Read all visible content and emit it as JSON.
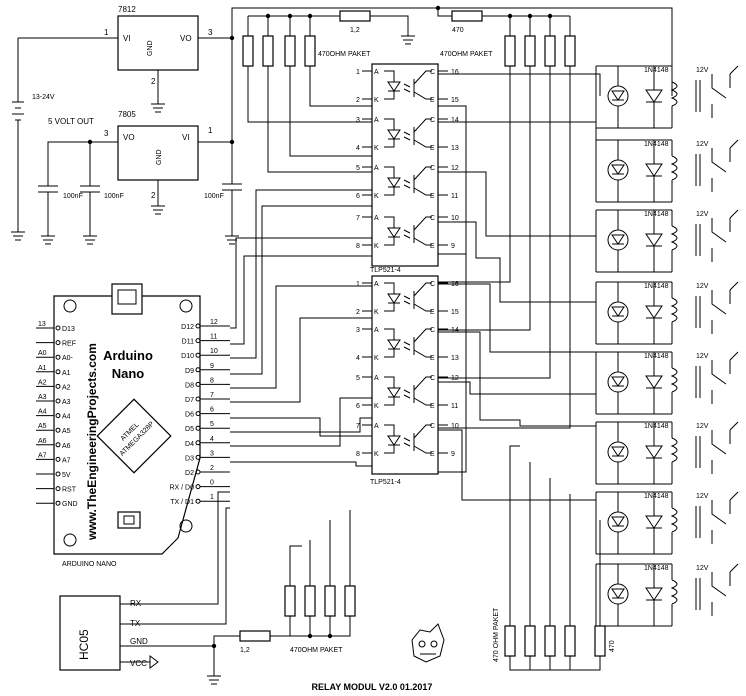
{
  "title": "RELAY MODUL V2.0 01.2017",
  "supply": {
    "battery_label": "13-24V",
    "five_volt_out": "5 VOLT OUT",
    "reg1": {
      "name": "7812",
      "vi": "VI",
      "vo": "VO",
      "gnd": "GND",
      "p1": "1",
      "p2": "2",
      "p3": "3"
    },
    "reg2": {
      "name": "7805",
      "vi": "VI",
      "vo": "VO",
      "gnd": "GND",
      "p1": "1",
      "p2": "2",
      "p3": "3"
    },
    "cap_labels": [
      "100nF",
      "100nF",
      "100nF"
    ]
  },
  "resistors": {
    "r_12": "1,2",
    "r_470": "470",
    "pack_top_left": "470OHM PAKET",
    "pack_top_right": "470OHM PAKET",
    "pack_bottom": "470OHM PAKET",
    "pack_bottom_right": "470 OHM PAKET",
    "r_470_bottom": "470",
    "r_12_bottom": "1,2"
  },
  "optocoupler": {
    "name": "TLP521-4",
    "left_pins": [
      "1",
      "2",
      "3",
      "4",
      "5",
      "6",
      "7",
      "8"
    ],
    "right_pins": [
      "16",
      "15",
      "14",
      "13",
      "12",
      "11",
      "10",
      "9"
    ],
    "anode": "A",
    "cathode": "K",
    "collector": "C",
    "emitter": "E"
  },
  "arduino": {
    "brand": "www.TheEngineeringProjects.com",
    "name_line1": "Arduino",
    "name_line2": "Nano",
    "chip_line1": "ATMEL",
    "chip_line2": "ATMEGA328P",
    "caption": "ARDUINO NANO",
    "left_pins": [
      {
        "num": "13",
        "name": "D13"
      },
      {
        "num": "",
        "name": "REF"
      },
      {
        "num": "A0",
        "name": "A0-"
      },
      {
        "num": "A1",
        "name": "A1"
      },
      {
        "num": "A2",
        "name": "A2"
      },
      {
        "num": "A3",
        "name": "A3"
      },
      {
        "num": "A4",
        "name": "A4"
      },
      {
        "num": "A5",
        "name": "A5"
      },
      {
        "num": "A6",
        "name": "A6"
      },
      {
        "num": "A7",
        "name": "A7"
      },
      {
        "num": "",
        "name": "5V"
      },
      {
        "num": "",
        "name": "RST"
      },
      {
        "num": "",
        "name": "GND"
      }
    ],
    "right_pins": [
      {
        "name": "D12",
        "num": "12"
      },
      {
        "name": "D11",
        "num": "11"
      },
      {
        "name": "D10",
        "num": "10"
      },
      {
        "name": "D9",
        "num": "9"
      },
      {
        "name": "D8",
        "num": "8"
      },
      {
        "name": "D7",
        "num": "7"
      },
      {
        "name": "D6",
        "num": "6"
      },
      {
        "name": "D5",
        "num": "5"
      },
      {
        "name": "D4",
        "num": "4"
      },
      {
        "name": "D3",
        "num": "3"
      },
      {
        "name": "D2",
        "num": "2"
      },
      {
        "name": "RX / D0",
        "num": "0"
      },
      {
        "name": "TX / D1",
        "num": "1"
      }
    ]
  },
  "hc05": {
    "name": "HC05",
    "rx": "RX",
    "tx": "TX",
    "gnd": "GND",
    "vcc": "VCC"
  },
  "relay": {
    "diode": "1N4148",
    "coil": "12V"
  }
}
